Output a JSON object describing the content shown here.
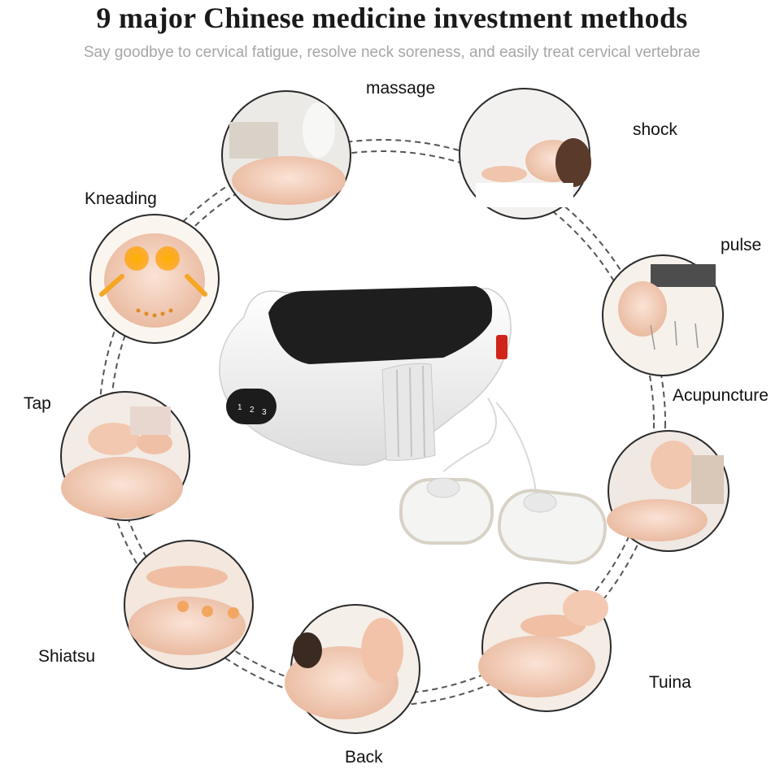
{
  "header": {
    "title": "9 major Chinese medicine investment methods",
    "subtitle": "Say goodbye to cervical fatigue, resolve neck soreness, and easily treat cervical vertebrae"
  },
  "device": {
    "mode_buttons": [
      "1",
      "2",
      "3"
    ]
  },
  "methods": [
    {
      "id": "massage",
      "label": "massage"
    },
    {
      "id": "shock",
      "label": "shock"
    },
    {
      "id": "pulse",
      "label": "pulse"
    },
    {
      "id": "acupuncture",
      "label": "Acupuncture"
    },
    {
      "id": "tuina",
      "label": "Tuina"
    },
    {
      "id": "back",
      "label": "Back"
    },
    {
      "id": "shiatsu",
      "label": "Shiatsu"
    },
    {
      "id": "tap",
      "label": "Tap"
    },
    {
      "id": "kneading",
      "label": "Kneading"
    }
  ],
  "colors": {
    "ring": "#555555",
    "circle_border": "#2a2a2a",
    "skin": "#f2cdb8",
    "accent_orange": "#f5a623",
    "device_white": "#f4f4f4",
    "device_black": "#1e1e1e",
    "led_red": "#d0241b"
  }
}
